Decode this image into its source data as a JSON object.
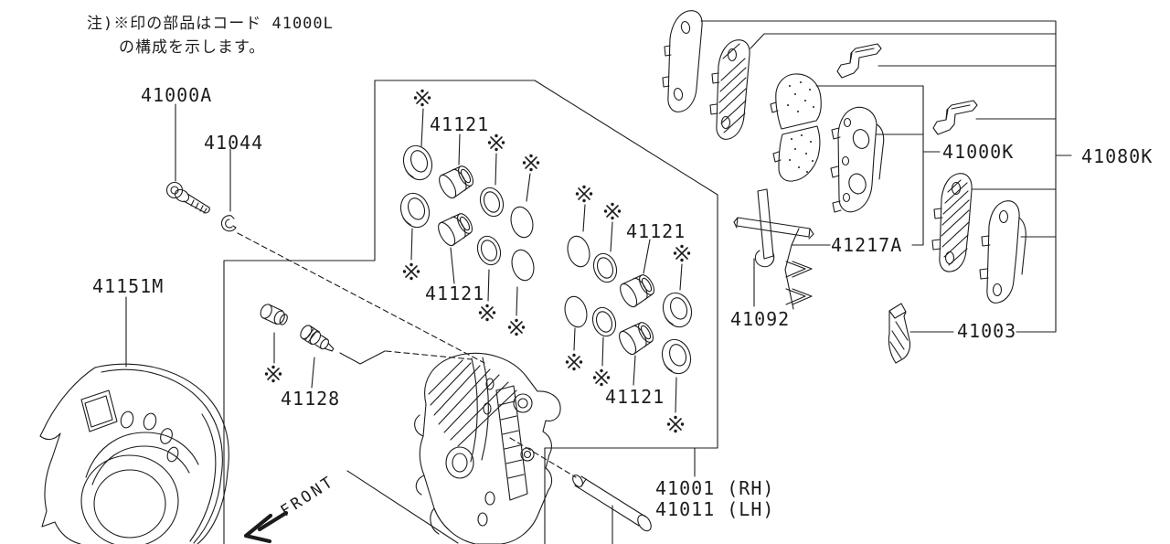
{
  "note": {
    "line1": "注)※印の部品はコード 41000L",
    "line2": "の構成を示します。"
  },
  "front_arrow_label": "FRONT",
  "reference_mark": "※",
  "labels": {
    "mount_bolt": "41000A",
    "washer": "41044",
    "splash_shield": "41151M",
    "bleeder_screw": "41128",
    "piston_upper_left": "41121",
    "piston_lower_left": "41121",
    "piston_upper_right": "41121",
    "piston_lower_right": "41121",
    "pad_spring": "41092",
    "pad_retainer_clip": "41217A",
    "pad_kit": "41000K",
    "hardware_kit": "41080K",
    "grease": "41003",
    "caliper_rh": "41001 (RH)",
    "caliper_lh": "41011 (LH)"
  }
}
